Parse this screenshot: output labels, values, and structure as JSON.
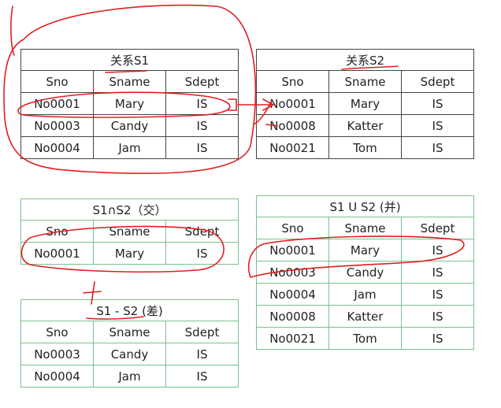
{
  "tables": [
    {
      "id": "s1",
      "title": "关系S1",
      "headers": [
        "Sno",
        "Sname",
        "Sdept"
      ],
      "rows": [
        [
          "No0001",
          "Mary",
          "IS"
        ],
        [
          "No0003",
          "Candy",
          "IS"
        ],
        [
          "No0004",
          "Jam",
          "IS"
        ]
      ]
    },
    {
      "id": "s2",
      "title": "关系S2",
      "headers": [
        "Sno",
        "Sname",
        "Sdept"
      ],
      "rows": [
        [
          "No0001",
          "Mary",
          "IS"
        ],
        [
          "No0008",
          "Katter",
          "IS"
        ],
        [
          "No0021",
          "Tom",
          "IS"
        ]
      ]
    },
    {
      "id": "intersection",
      "title": "S1∩S2（交）",
      "headers": [
        "Sno",
        "Sname",
        "Sdept"
      ],
      "rows": [
        [
          "No0001",
          "Mary",
          "IS"
        ]
      ]
    },
    {
      "id": "union",
      "title": "S1 U S2 (并)",
      "headers": [
        "Sno",
        "Sname",
        "Sdept"
      ],
      "rows": [
        [
          "No0001",
          "Mary",
          "IS"
        ],
        [
          "No0003",
          "Candy",
          "IS"
        ],
        [
          "No0004",
          "Jam",
          "IS"
        ],
        [
          "No0008",
          "Katter",
          "IS"
        ],
        [
          "No0021",
          "Tom",
          "IS"
        ]
      ]
    },
    {
      "id": "difference",
      "title": "S1 - S2 (差)",
      "headers": [
        "Sno",
        "Sname",
        "Sdept"
      ],
      "rows": [
        [
          "No0003",
          "Candy",
          "IS"
        ],
        [
          "No0004",
          "Jam",
          "IS"
        ]
      ]
    }
  ],
  "colors": {
    "ink": "#e02020",
    "gray_border": "#444444",
    "green_border": "#7cbf8f"
  }
}
